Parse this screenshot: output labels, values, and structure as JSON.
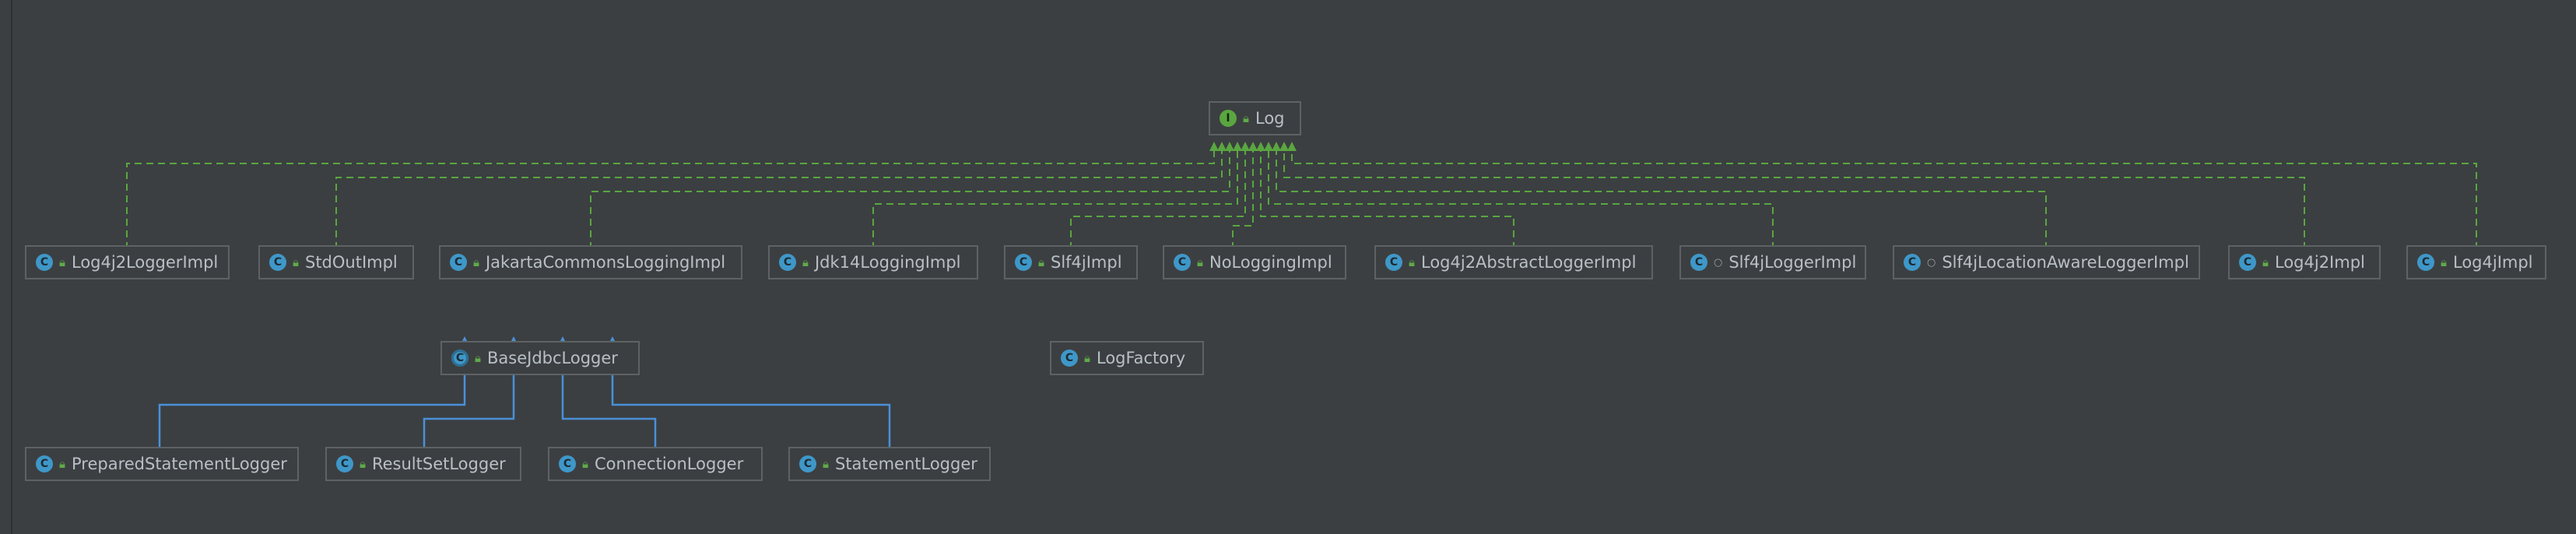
{
  "diagram": {
    "interface": {
      "name": "Log",
      "icon": "interface-icon"
    },
    "implementations": [
      {
        "id": "log4j2loggerimpl",
        "name": "Log4j2LoggerImpl",
        "icon": "class-icon"
      },
      {
        "id": "stdoutimpl",
        "name": "StdOutImpl",
        "icon": "class-icon"
      },
      {
        "id": "jakartacommonsloggingimpl",
        "name": "JakartaCommonsLoggingImpl",
        "icon": "class-icon"
      },
      {
        "id": "jdk14loggingimpl",
        "name": "Jdk14LoggingImpl",
        "icon": "class-icon"
      },
      {
        "id": "slf4jimpl",
        "name": "Slf4jImpl",
        "icon": "class-icon"
      },
      {
        "id": "nologgingimpl",
        "name": "NoLoggingImpl",
        "icon": "class-icon"
      },
      {
        "id": "log4j2abstractloggerimpl",
        "name": "Log4j2AbstractLoggerImpl",
        "icon": "class-icon"
      },
      {
        "id": "slf4jloggerimpl",
        "name": "Slf4jLoggerImpl",
        "icon": "class-icon"
      },
      {
        "id": "slf4jlocationawareloggerimpl",
        "name": "Slf4jLocationAwareLoggerImpl",
        "icon": "class-icon"
      },
      {
        "id": "log4j2impl",
        "name": "Log4j2Impl",
        "icon": "class-icon"
      },
      {
        "id": "log4jimpl",
        "name": "Log4jImpl",
        "icon": "class-icon"
      }
    ],
    "base_class": {
      "name": "BaseJdbcLogger",
      "icon": "abstract-class-icon"
    },
    "factory": {
      "name": "LogFactory",
      "icon": "final-class-icon"
    },
    "subclasses": [
      {
        "id": "preparedstatementlogger",
        "name": "PreparedStatementLogger",
        "icon": "final-class-icon"
      },
      {
        "id": "resultsetlogger",
        "name": "ResultSetLogger",
        "icon": "final-class-icon"
      },
      {
        "id": "connectionlogger",
        "name": "ConnectionLogger",
        "icon": "final-class-icon"
      },
      {
        "id": "statementlogger",
        "name": "StatementLogger",
        "icon": "final-class-icon"
      }
    ],
    "colors": {
      "background": "#3b3f41",
      "implements_edge": "#5aa640",
      "extends_edge": "#4a90d9",
      "node_border": "#5e6264",
      "text": "#b9c0c6"
    }
  }
}
